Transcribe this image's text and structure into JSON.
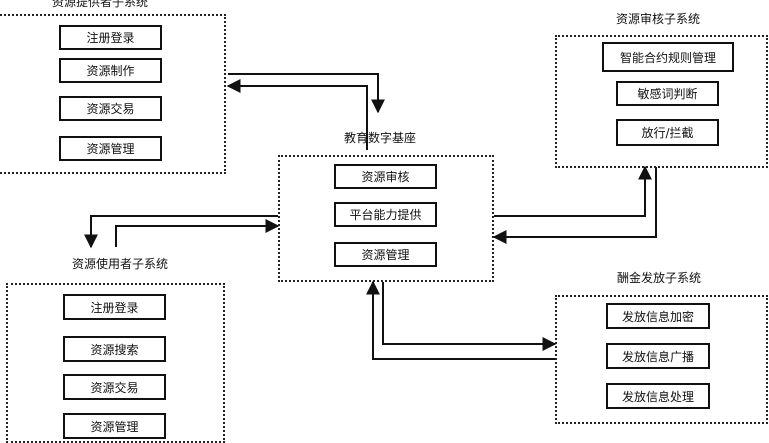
{
  "provider": {
    "title": "资源提供者子系统",
    "items": [
      "注册登录",
      "资源制作",
      "资源交易",
      "资源管理"
    ]
  },
  "review": {
    "title": "资源审核子系统",
    "items": [
      "智能合约规则管理",
      "敏感词判断",
      "放行/拦截"
    ]
  },
  "base": {
    "title": "教育数字基座",
    "items": [
      "资源审核",
      "平台能力提供",
      "资源管理"
    ]
  },
  "user": {
    "title": "资源使用者子系统",
    "items": [
      "注册登录",
      "资源搜索",
      "资源交易",
      "资源管理"
    ]
  },
  "reward": {
    "title": "酬金发放子系统",
    "items": [
      "发放信息加密",
      "发放信息广播",
      "发放信息处理"
    ]
  },
  "colors": {
    "line": "#111111",
    "dotted_border": "#222222"
  }
}
